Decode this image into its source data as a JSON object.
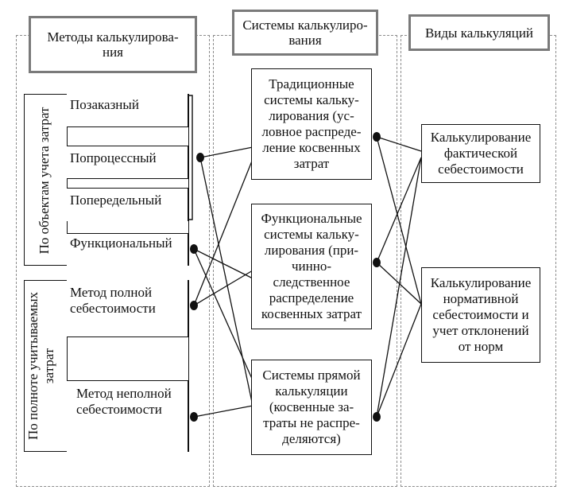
{
  "columns": {
    "methods": {
      "title": "Методы калькулирова-\nния"
    },
    "systems": {
      "title": "Системы калькулиро-\nвания"
    },
    "types": {
      "title": "Виды калькуляций"
    }
  },
  "groups": {
    "by_cost_objects": "По объектам учета затрат",
    "by_completeness": "По полноте учитываемых\nзатрат"
  },
  "methods": {
    "job_order": "Позаказный",
    "process": "Попроцессный",
    "stage": "Попередельный",
    "functional": "Функциональный",
    "full_cost": "Метод полной\nсебестоимости",
    "partial_cost": "Метод неполной\nсебестоимости"
  },
  "systems": {
    "traditional": "Традиционные\nсистемы кальку-\nлирования (ус-\nловное распреде-\nление косвенных\nзатрат",
    "functional": "Функциональные\nсистемы кальку-\nлирования (при-\nчинно-\nследственное\nраспределение\nкосвенных затрат",
    "direct": "Системы прямой\nкалькуляции\n(косвенные за-\nтраты не распре-\nделяются)"
  },
  "types": {
    "actual": "Калькулирование\nфактической\nсебестоимости",
    "normative": "Калькулирование\nнормативной\nсебестоимости и\nучет отклонений\nот норм"
  }
}
